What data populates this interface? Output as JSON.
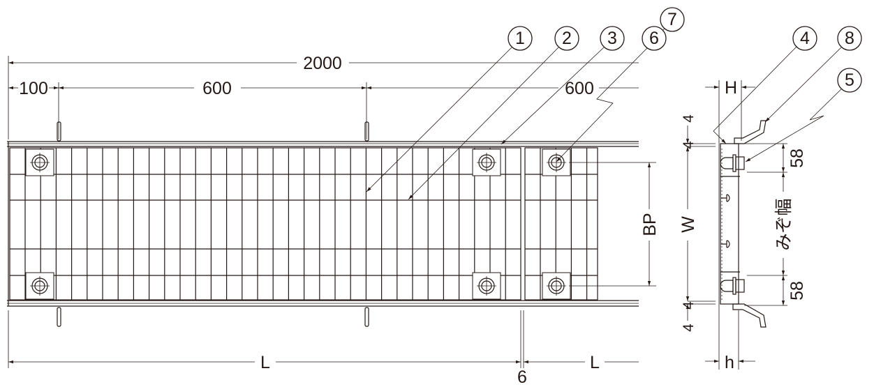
{
  "title": "Grating cover and drain frame dimension drawing",
  "dimensions": {
    "total_length": "2000",
    "end_offset": "100",
    "span_1": "600",
    "span_2": "600",
    "length_1": "L",
    "length_2": "L",
    "gap": "6",
    "bolt_pitch": "BP",
    "width": "W",
    "height_upper": "H",
    "height_lower": "h",
    "flange_top_a": "4",
    "flange_top_b": "4",
    "flange_bottom_a": "4",
    "flange_bottom_b": "4",
    "edge_top": "58",
    "edge_bottom": "58",
    "groove_width": "みぞ幅"
  },
  "callouts": [
    "1",
    "2",
    "3",
    "6",
    "7",
    "4",
    "8",
    "5"
  ],
  "colors": {
    "line": "#231815"
  }
}
